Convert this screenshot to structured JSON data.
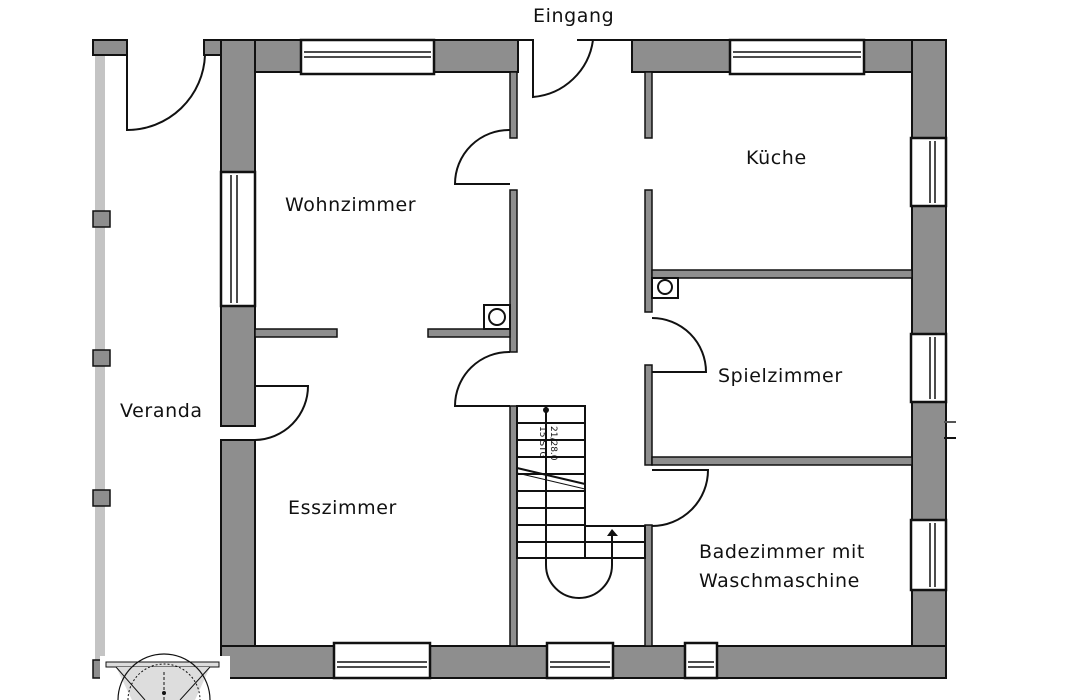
{
  "plan": {
    "colors": {
      "wall": "#8e8e8e",
      "line": "#111111",
      "veranda_post": "#c4c4c4",
      "background": "#ffffff"
    },
    "labels": {
      "entrance": "Eingang",
      "living_room": "Wohnzimmer",
      "kitchen": "Küche",
      "playroom": "Spielzimmer",
      "veranda": "Veranda",
      "dining_room": "Esszimmer",
      "bathroom_line1": "Badezimmer mit",
      "bathroom_line2": "Waschmaschine"
    },
    "stair_annotation": {
      "line1": "15 STG",
      "line2": "21/28.0"
    }
  }
}
